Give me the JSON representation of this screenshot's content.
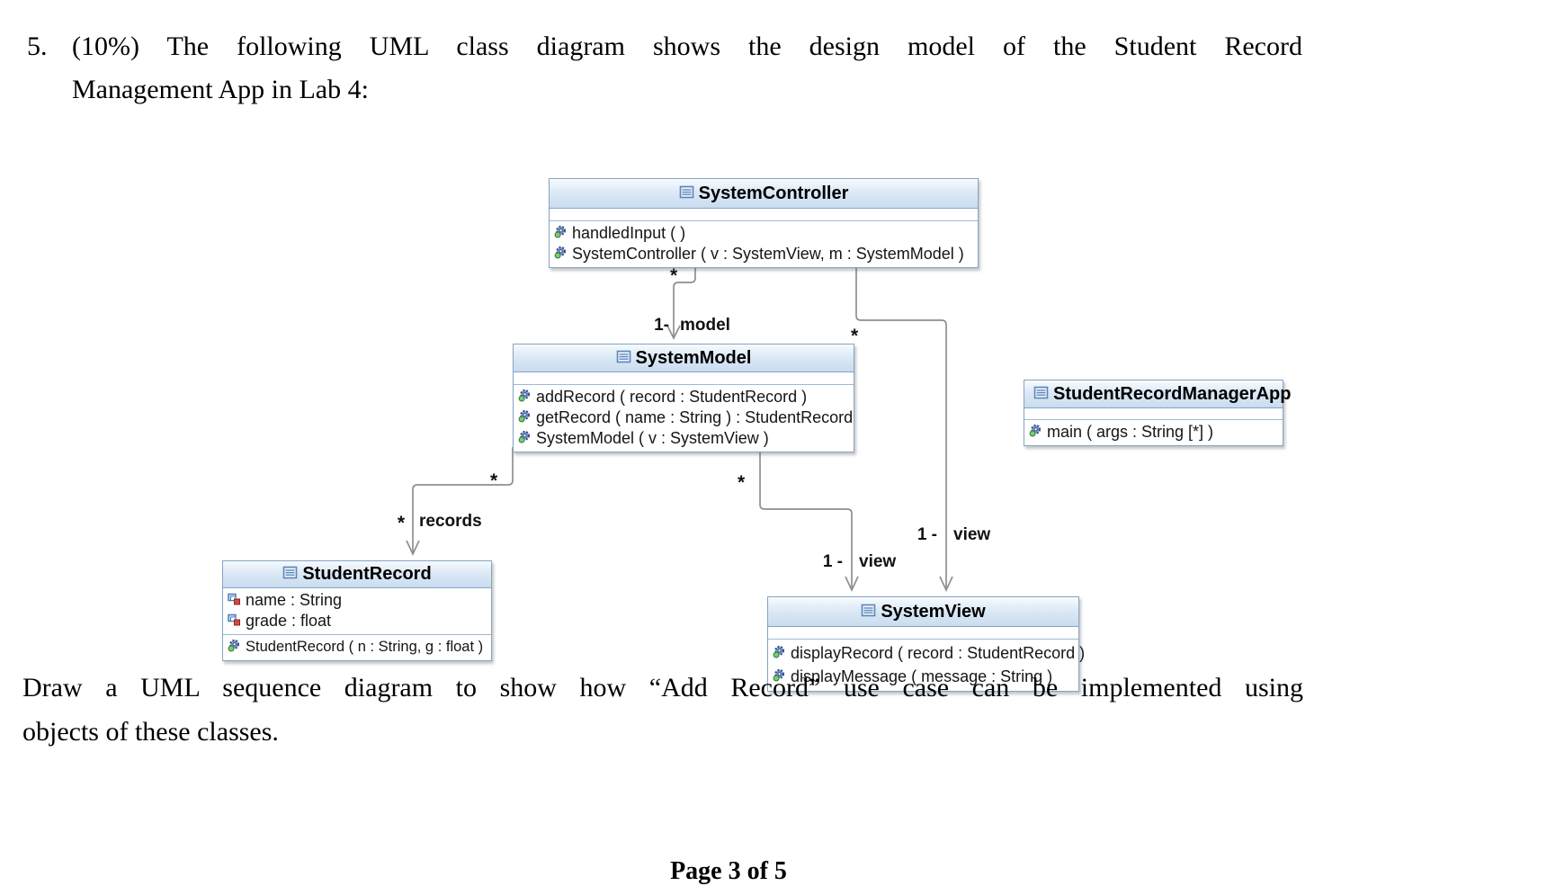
{
  "document": {
    "question_number": "5.",
    "question_line1": "(10%) The following UML class diagram shows the design model of the Student Record",
    "question_line2": "Management App in Lab 4:",
    "task_line1": "Draw a UML sequence diagram to show how “Add Record” use case can be implemented using",
    "task_line2": "objects of these classes.",
    "footer_page": "Page 3 of 5"
  },
  "diagram": {
    "classes": [
      {
        "name": "SystemController",
        "attributes": [],
        "operations": [
          "handledInput ( )",
          "SystemController ( v : SystemView, m : SystemModel )"
        ]
      },
      {
        "name": "SystemModel",
        "attributes": [],
        "operations": [
          "addRecord ( record : StudentRecord )",
          "getRecord ( name : String ) : StudentRecord",
          "SystemModel ( v : SystemView )"
        ]
      },
      {
        "name": "StudentRecordManagerApp",
        "attributes": [],
        "operations": [
          "main ( args : String [*] )"
        ]
      },
      {
        "name": "StudentRecord",
        "attributes": [
          "name : String",
          "grade : float"
        ],
        "operations": [
          "StudentRecord ( n : String, g : float )"
        ]
      },
      {
        "name": "SystemView",
        "attributes": [],
        "operations": [
          "displayRecord ( record : StudentRecord )",
          "displayMessage ( message : String )"
        ]
      }
    ],
    "associations": [
      {
        "from": "SystemController",
        "to": "SystemModel",
        "source_multiplicity": "*",
        "target_label": "1 - model"
      },
      {
        "from": "SystemController",
        "to": "SystemView",
        "source_multiplicity": "*",
        "target_label": "1 - view"
      },
      {
        "from": "SystemModel",
        "to": "SystemView",
        "source_multiplicity": "*",
        "target_label": "1 - view"
      },
      {
        "from": "SystemModel",
        "to": "StudentRecord",
        "source_multiplicity": "*",
        "target_label": "* records"
      }
    ],
    "labels": {
      "ctrl_model_star": "*",
      "ctrl_model_left": "1-",
      "ctrl_model_right": "model",
      "ctrl_view_star": "*",
      "ctrl_view_left": "1 -",
      "ctrl_view_right": "view",
      "model_view_star": "*",
      "model_view_left": "1 -",
      "model_view_right": "view",
      "model_record_star": "*",
      "records_left": "*",
      "records_right": "records"
    },
    "icons": {
      "class_icon": "uml-class-rectangle-with-lines",
      "operation_icon": "blue-gear-with-green-dot",
      "attribute_icon": "blue-field-with-red-square"
    },
    "colors": {
      "header_gradient_top": "#f8fbfe",
      "header_gradient_bottom": "#c9dcef",
      "box_border": "#84a4c4",
      "line_gray": "#8f8f8f",
      "attribute_red": "#cf4a44",
      "operation_green": "#7ec87e",
      "gear_blue": "#2e4f8f"
    }
  }
}
